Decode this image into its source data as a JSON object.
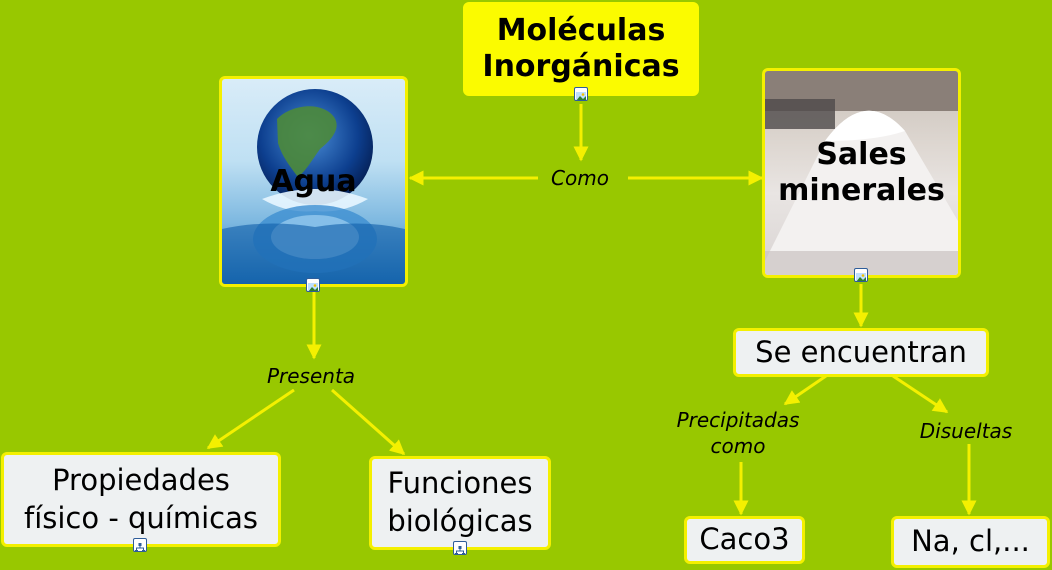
{
  "title": {
    "line1": "Moléculas",
    "line2": "Inorgánicas"
  },
  "nodes": {
    "agua": "Agua",
    "sales_line1": "Sales",
    "sales_line2": "minerales",
    "se_encuentran": "Se encuentran",
    "propiedades_line1": "Propiedades",
    "propiedades_line2": "físico - químicas",
    "funciones_line1": "Funciones",
    "funciones_line2": "biológicas",
    "caco3": "Caco3",
    "na_cl": "Na, cl,..."
  },
  "links": {
    "como": "Como",
    "presenta": "Presenta",
    "precipitadas_line1": "Precipitadas",
    "precipitadas_line2": "como",
    "disueltas": "Disueltas"
  },
  "icons": {
    "image_resource": "image-icon",
    "concept_map_resource": "concept-map-icon"
  },
  "colors": {
    "background": "#98c800",
    "connector": "#f4f000",
    "title_fill": "#fbfb00",
    "node_fill": "#eef1f2"
  }
}
